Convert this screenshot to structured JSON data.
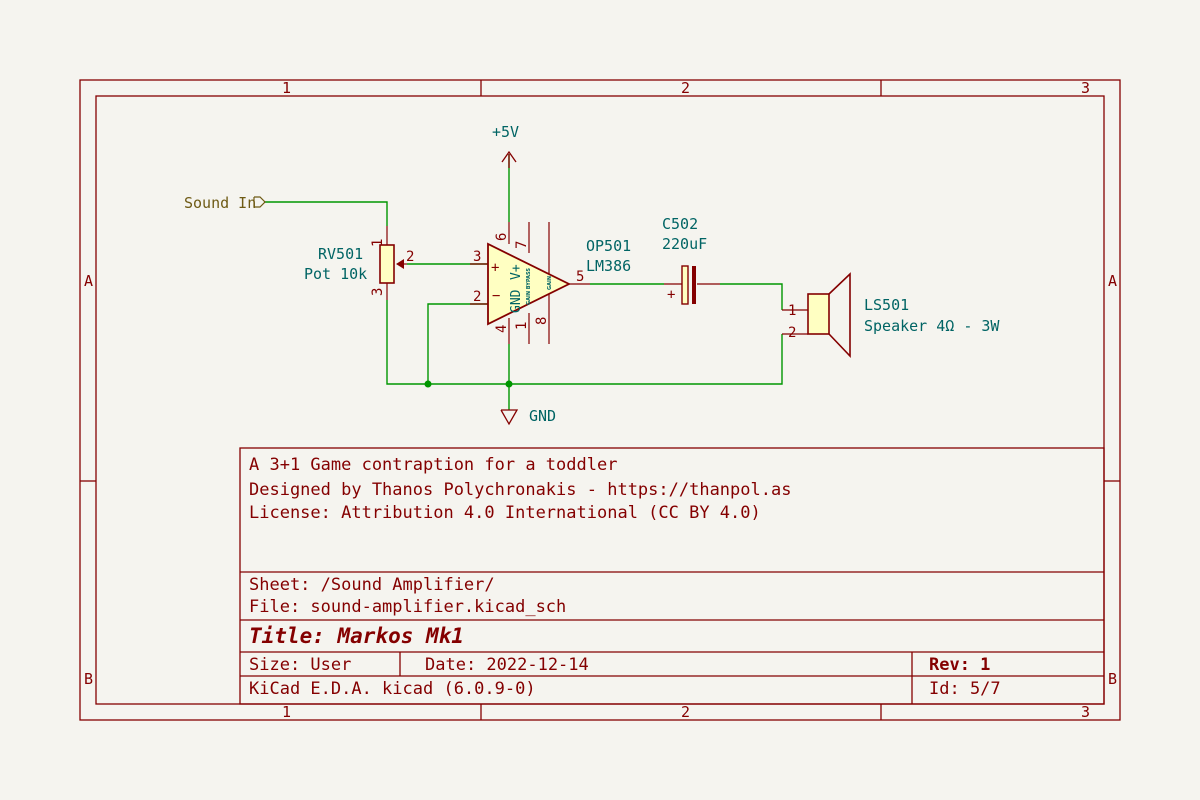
{
  "frame": {
    "columns": [
      "1",
      "2",
      "3"
    ],
    "rows": [
      "A",
      "B"
    ]
  },
  "colors": {
    "frame": "#840000",
    "wire": "#009600",
    "reference": "#006464",
    "label": "#6e5a14",
    "component_fill": "#ffffc2",
    "background": "#f5f4ef"
  },
  "schematic": {
    "power_top": "+5V",
    "power_bottom": "GND",
    "input_label": "Sound In",
    "potentiometer": {
      "ref": "RV501",
      "value": "Pot 10k",
      "pins": [
        "1",
        "2",
        "3"
      ]
    },
    "opamp": {
      "ref": "OP501",
      "value": "LM386",
      "pins": [
        "3",
        "2",
        "6",
        "7",
        "4",
        "1",
        "8",
        "5"
      ],
      "inner_labels": {
        "gnd": "GND",
        "vplus": "V+",
        "bypass": "GAIN BYPASS",
        "gain": "GAIN",
        "plus": "+",
        "minus": "−"
      }
    },
    "capacitor": {
      "ref": "C502",
      "value": "220uF",
      "plus": "+"
    },
    "speaker": {
      "ref": "LS501",
      "value": "Speaker 4Ω - 3W",
      "pins": [
        "1",
        "2"
      ]
    }
  },
  "title_block": {
    "comments": [
      "A 3+1 Game contraption for a toddler",
      "Designed by Thanos Polychronakis - https://thanpol.as",
      "License: Attribution 4.0 International (CC BY 4.0)"
    ],
    "sheet": "Sheet: /Sound Amplifier/",
    "file": "File: sound-amplifier.kicad_sch",
    "title": "Title: Markos Mk1",
    "size": "Size: User",
    "date": "Date: 2022-12-14",
    "rev": "Rev: 1",
    "tool": "KiCad E.D.A.  kicad (6.0.9-0)",
    "id": "Id: 5/7"
  }
}
